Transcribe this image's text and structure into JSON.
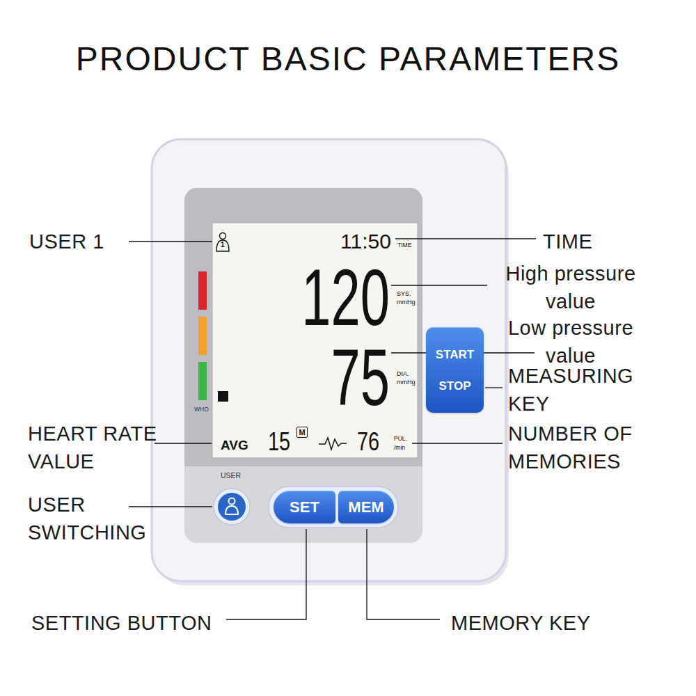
{
  "diagram": {
    "title": "PRODUCT BASIC PARAMETERS",
    "nodes": [
      {
        "text": [
          "WHO",
          "USER"
        ]
      },
      {
        "text": [
          "1",
          "11:50",
          "TIME",
          "120",
          "SYS.",
          "mmHg",
          "75",
          "DIA.",
          "mmHg",
          "AVG",
          "15",
          "76",
          "PUL.",
          "/min"
        ],
        "in": 0
      },
      {
        "text": [
          "M"
        ],
        "in": 1
      },
      {
        "text": [
          "SET"
        ],
        "in": 0
      },
      {
        "text": [
          "MEM"
        ],
        "in": 0
      },
      {
        "text": [
          "START",
          "STOP"
        ]
      }
    ],
    "labels": [
      "USER 1",
      "TIME",
      "High pressure value",
      "Low pressure value",
      "MEASURING KEY",
      "NUMBER OF MEMORIES",
      "HEART RATE VALUE",
      "USER SWITCHING",
      "SETTING BUTTON",
      "MEMORY KEY"
    ]
  }
}
